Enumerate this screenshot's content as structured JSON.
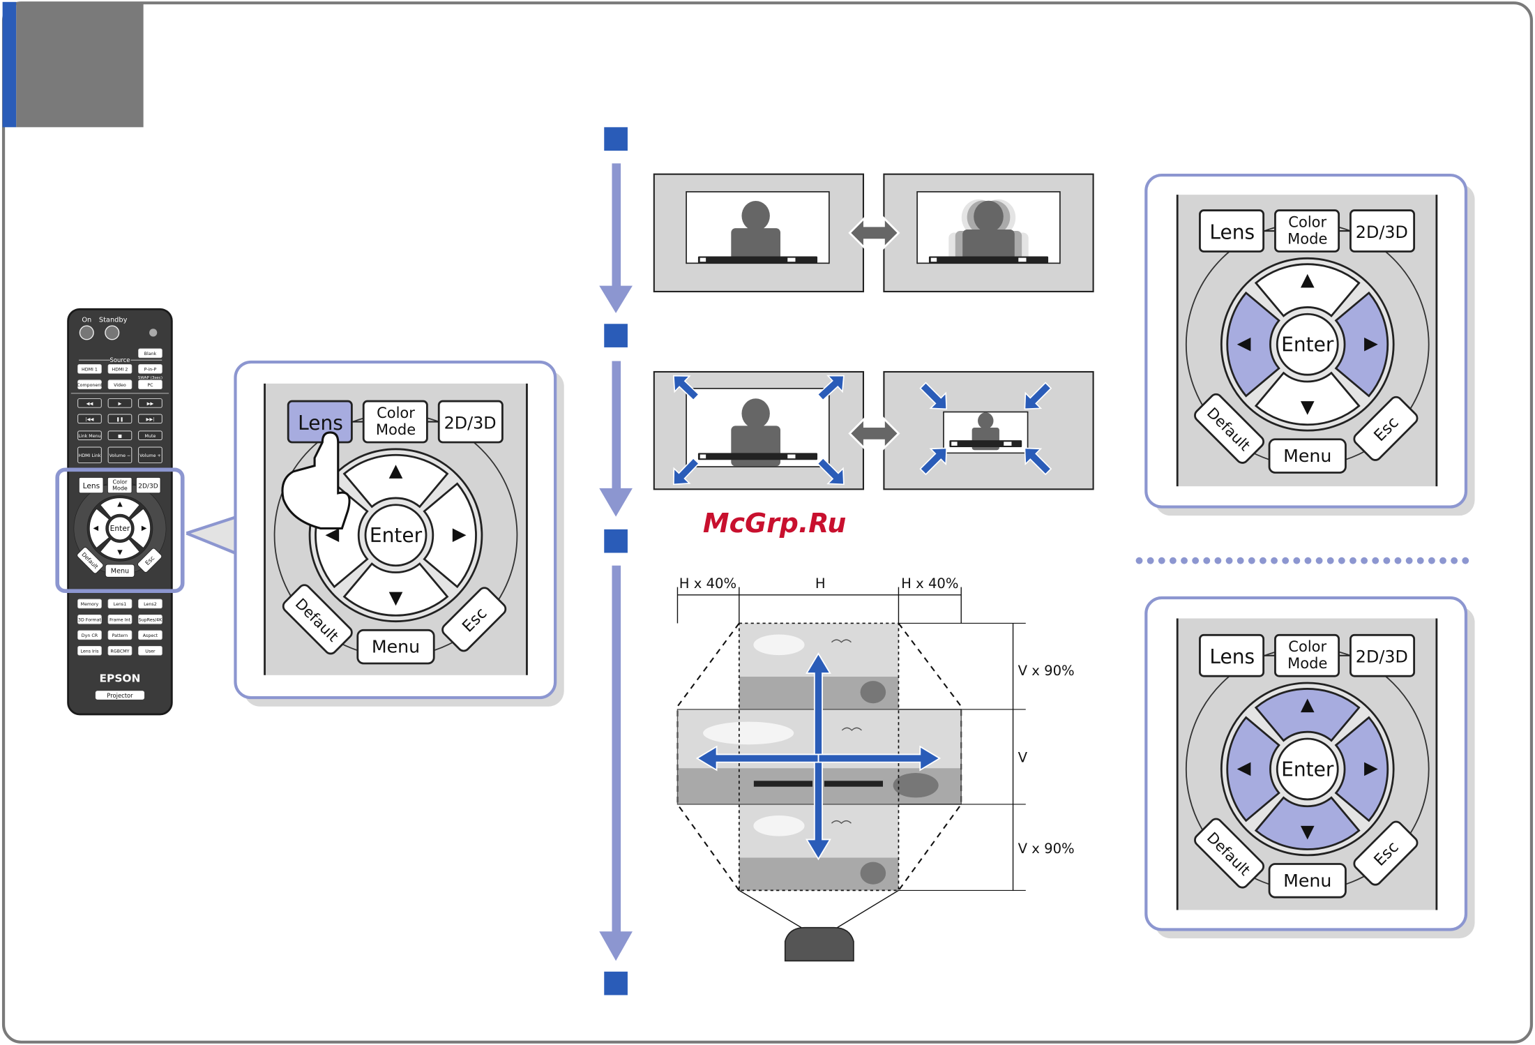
{
  "watermark": "McGrp.Ru",
  "keypad": {
    "lens": "Lens",
    "color_mode_1": "Color",
    "color_mode_2": "Mode",
    "d3": "2D/3D",
    "enter": "Enter",
    "default": "Default",
    "menu": "Menu",
    "esc": "Esc"
  },
  "remote": {
    "on": "On",
    "standby": "Standby",
    "source": "Source",
    "swap": "SWAP (3sec)",
    "brand": "EPSON",
    "model": "Projector",
    "rows": [
      [
        "",
        "",
        "Blank"
      ],
      [
        "HDMI 1",
        "HDMI 2",
        "P-in-P"
      ],
      [
        "Component",
        "Video",
        "PC"
      ],
      [
        "◀◀",
        "▶",
        "▶▶"
      ],
      [
        "|◀◀",
        "❚❚",
        "▶▶|"
      ],
      [
        "Link Menu",
        "■",
        "Mute"
      ],
      [
        "HDMI Link",
        "Volume −",
        "Volume +"
      ],
      [
        "Memory",
        "Lens1",
        "Lens2"
      ],
      [
        "3D Format",
        "Frame Int",
        "SupRes/4K"
      ],
      [
        "Dyn CR",
        "Pattern",
        "Aspect"
      ],
      [
        "Lens Iris",
        "RGBCMY",
        "User"
      ]
    ]
  },
  "diagram": {
    "h_left": "H x 40%",
    "h": "H",
    "h_right": "H x 40%",
    "v_top": "V x 90%",
    "v": "V",
    "v_bottom": "V x 90%"
  },
  "colors": {
    "accent_blue": "#2a5cb8",
    "highlight": "#a7acdf",
    "frame": "#8c96d0",
    "panel_gray": "#d4d4d4"
  }
}
